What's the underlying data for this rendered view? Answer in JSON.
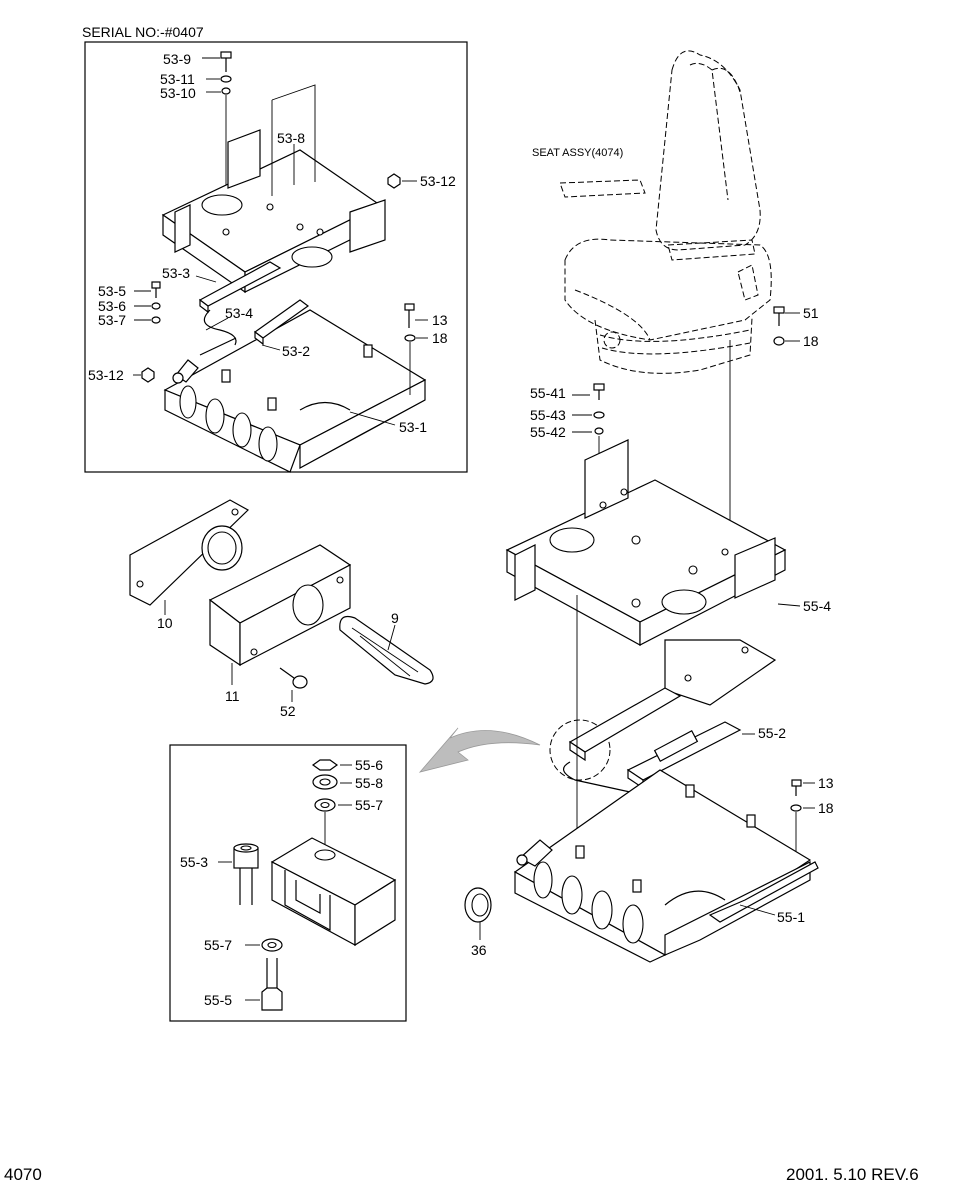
{
  "header": {
    "serial": "SERIAL NO:-#0407"
  },
  "seat_label": "SEAT ASSY(4074)",
  "footer": {
    "page": "4070",
    "date_rev": "2001. 5.10 REV.6"
  },
  "callouts": {
    "c_53_9": "53-9",
    "c_53_11": "53-11",
    "c_53_10": "53-10",
    "c_53_8": "53-8",
    "c_53_12a": "53-12",
    "c_53_3": "53-3",
    "c_53_5": "53-5",
    "c_53_6": "53-6",
    "c_53_7": "53-7",
    "c_53_4": "53-4",
    "c_53_2": "53-2",
    "c_53_12b": "53-12",
    "c_53_1": "53-1",
    "c_13a": "13",
    "c_18a": "18",
    "c_51": "51",
    "c_18b": "18",
    "c_55_41": "55-41",
    "c_55_43": "55-43",
    "c_55_42": "55-42",
    "c_55_4": "55-4",
    "c_10": "10",
    "c_11": "11",
    "c_9": "9",
    "c_52": "52",
    "c_55_2": "55-2",
    "c_13b": "13",
    "c_18c": "18",
    "c_55_1": "55-1",
    "c_36": "36",
    "c_55_6": "55-6",
    "c_55_8": "55-8",
    "c_55_7a": "55-7",
    "c_55_3": "55-3",
    "c_55_7b": "55-7",
    "c_55_5": "55-5"
  }
}
